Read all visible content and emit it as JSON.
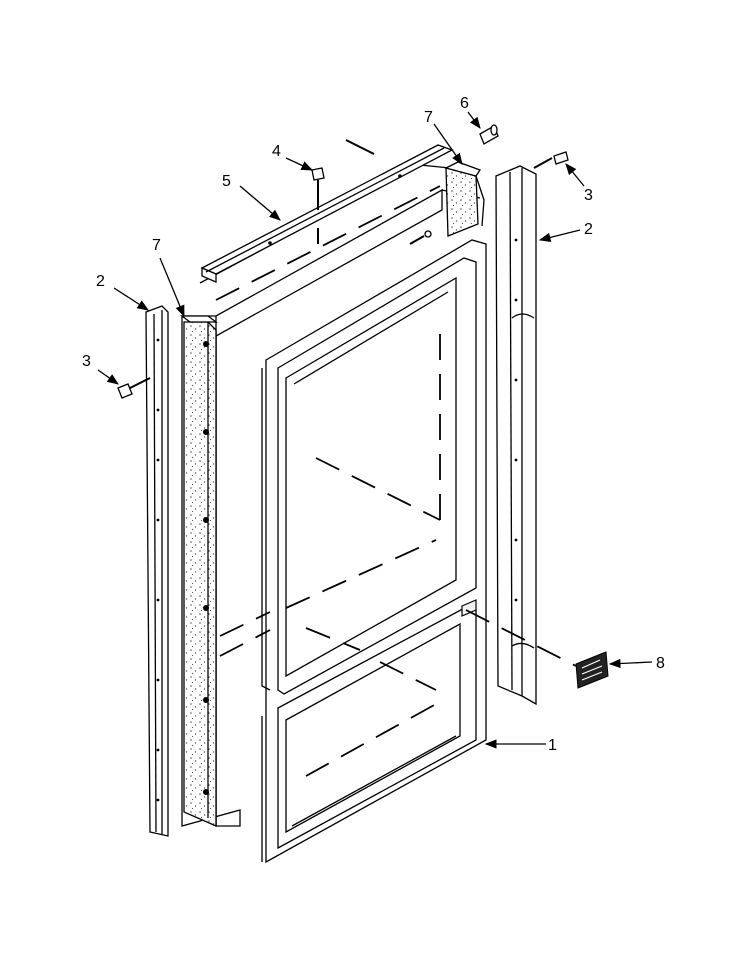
{
  "callouts": [
    {
      "id": "callout-1",
      "text": "1"
    },
    {
      "id": "callout-2-left",
      "text": "2"
    },
    {
      "id": "callout-2-right",
      "text": "2"
    },
    {
      "id": "callout-3-left",
      "text": "3"
    },
    {
      "id": "callout-3-right",
      "text": "3"
    },
    {
      "id": "callout-4",
      "text": "4"
    },
    {
      "id": "callout-5",
      "text": "5"
    },
    {
      "id": "callout-6",
      "text": "6"
    },
    {
      "id": "callout-7-left",
      "text": "7"
    },
    {
      "id": "callout-7-right",
      "text": "7"
    },
    {
      "id": "callout-8",
      "text": "8"
    }
  ]
}
